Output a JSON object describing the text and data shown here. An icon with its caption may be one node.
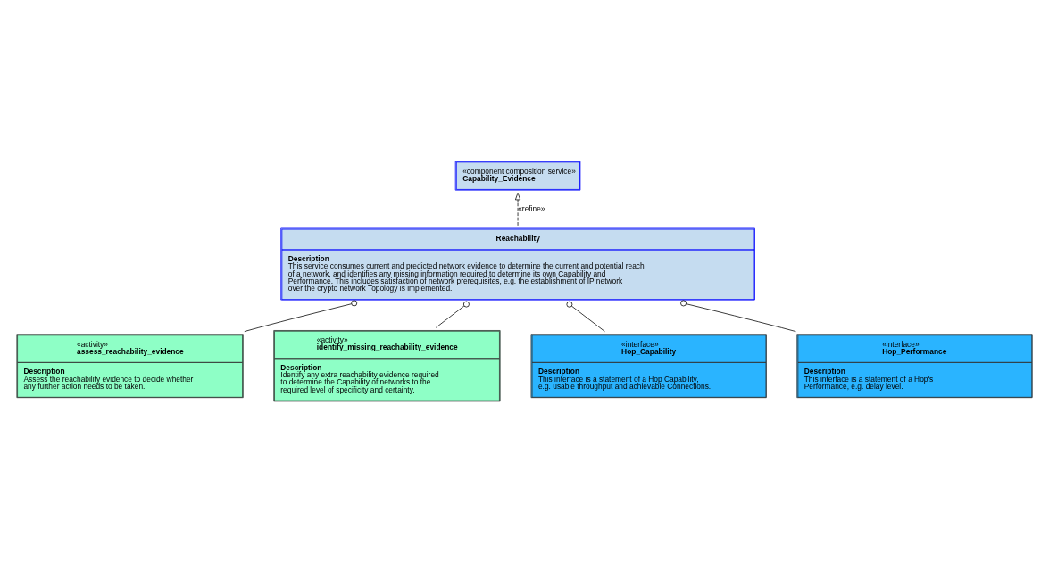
{
  "diagram": {
    "nodes": [
      {
        "text": [
          "«component composition service»",
          "Capability_Evidence"
        ]
      },
      {
        "text": [
          "Reachability",
          "Description",
          "This service consumes current and predicted network evidence to determine the current and potential reach of a network, and identifies any missing information required to determine its own Capability and Performance. This includes satisfaction of network prerequisites, e.g. the establishment of IP network over the crypto network Topology is implemented."
        ]
      },
      {
        "text": [
          "«activity»",
          "assess_reachability_evidence",
          "Description",
          "Assess the reachability evidence to decide whether any further action needs to be taken."
        ]
      },
      {
        "text": [
          "«activity»",
          "identify_missing_reachability_evidence",
          "Description",
          "Identify any extra reachability evidence required to determine the Capability of networks to the required level of specificity and certainty."
        ]
      },
      {
        "text": [
          "«interface»",
          "Hop_Capability",
          "Description",
          "This interface is a statement of a Hop Capability, e.g. usable throughput and achievable Connections."
        ]
      },
      {
        "text": [
          "«interface»",
          "Hop_Performance",
          "Description",
          "This interface is a statement of a Hop's Performance, e.g. delay level."
        ]
      }
    ],
    "edges": [
      {
        "from": 1,
        "to": 0,
        "arrow": "to",
        "style": "dashed",
        "label": "«refine»"
      },
      {
        "from": 2,
        "to": 1,
        "arrow": "other"
      },
      {
        "from": 3,
        "to": 1,
        "arrow": "other"
      },
      {
        "from": 4,
        "to": 1,
        "arrow": "other"
      },
      {
        "from": 5,
        "to": 1,
        "arrow": "other"
      }
    ]
  }
}
